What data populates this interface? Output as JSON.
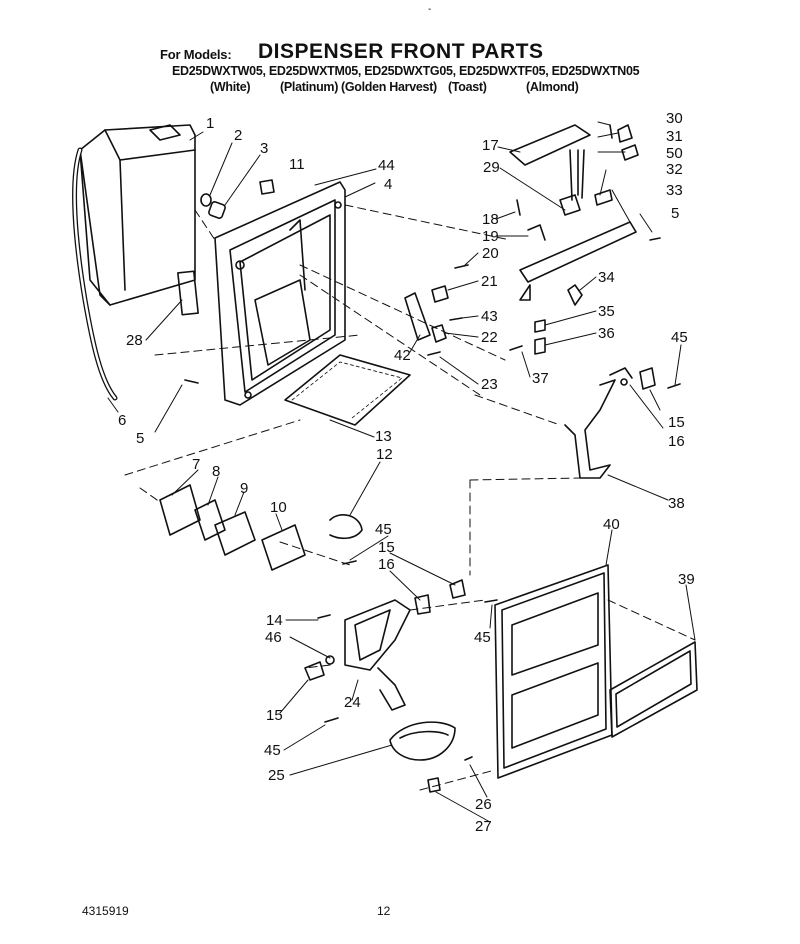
{
  "header": {
    "for_models_label": "For Models:",
    "title": "DISPENSER FRONT PARTS",
    "models_line": "ED25DWXTW05, ED25DWXTM05, ED25DWXTG05, ED25DWXTF05, ED25DWXTN05",
    "colors": [
      "(White)",
      "(Platinum)",
      "(Golden Harvest)",
      "(Toast)",
      "(Almond)"
    ]
  },
  "top_mark": "-",
  "footer": {
    "doc_number": "4315919",
    "page_number": "12"
  },
  "callouts": {
    "c1": "1",
    "c2": "2",
    "c3": "3",
    "c11": "11",
    "c44": "44",
    "c4": "4",
    "c17": "17",
    "c29": "29",
    "c30": "30",
    "c31": "31",
    "c50": "50",
    "c32": "32",
    "c33": "33",
    "c5a": "5",
    "c18": "18",
    "c19": "19",
    "c20": "20",
    "c21": "21",
    "c34": "34",
    "c43": "43",
    "c35": "35",
    "c22": "22",
    "c36": "36",
    "c42": "42",
    "c28": "28",
    "c23": "23",
    "c37": "37",
    "c45a": "45",
    "c6": "6",
    "c5b": "5",
    "c15a": "15",
    "c16a": "16",
    "c13": "13",
    "c12": "12",
    "c7": "7",
    "c8": "8",
    "c9": "9",
    "c10": "10",
    "c38": "38",
    "c45b": "45",
    "c40": "40",
    "c15b": "15",
    "c16b": "16",
    "c39": "39",
    "c14": "14",
    "c46": "46",
    "c45c": "45",
    "c24": "24",
    "c15c": "15",
    "c45d": "45",
    "c25": "25",
    "c26": "26",
    "c27": "27"
  }
}
